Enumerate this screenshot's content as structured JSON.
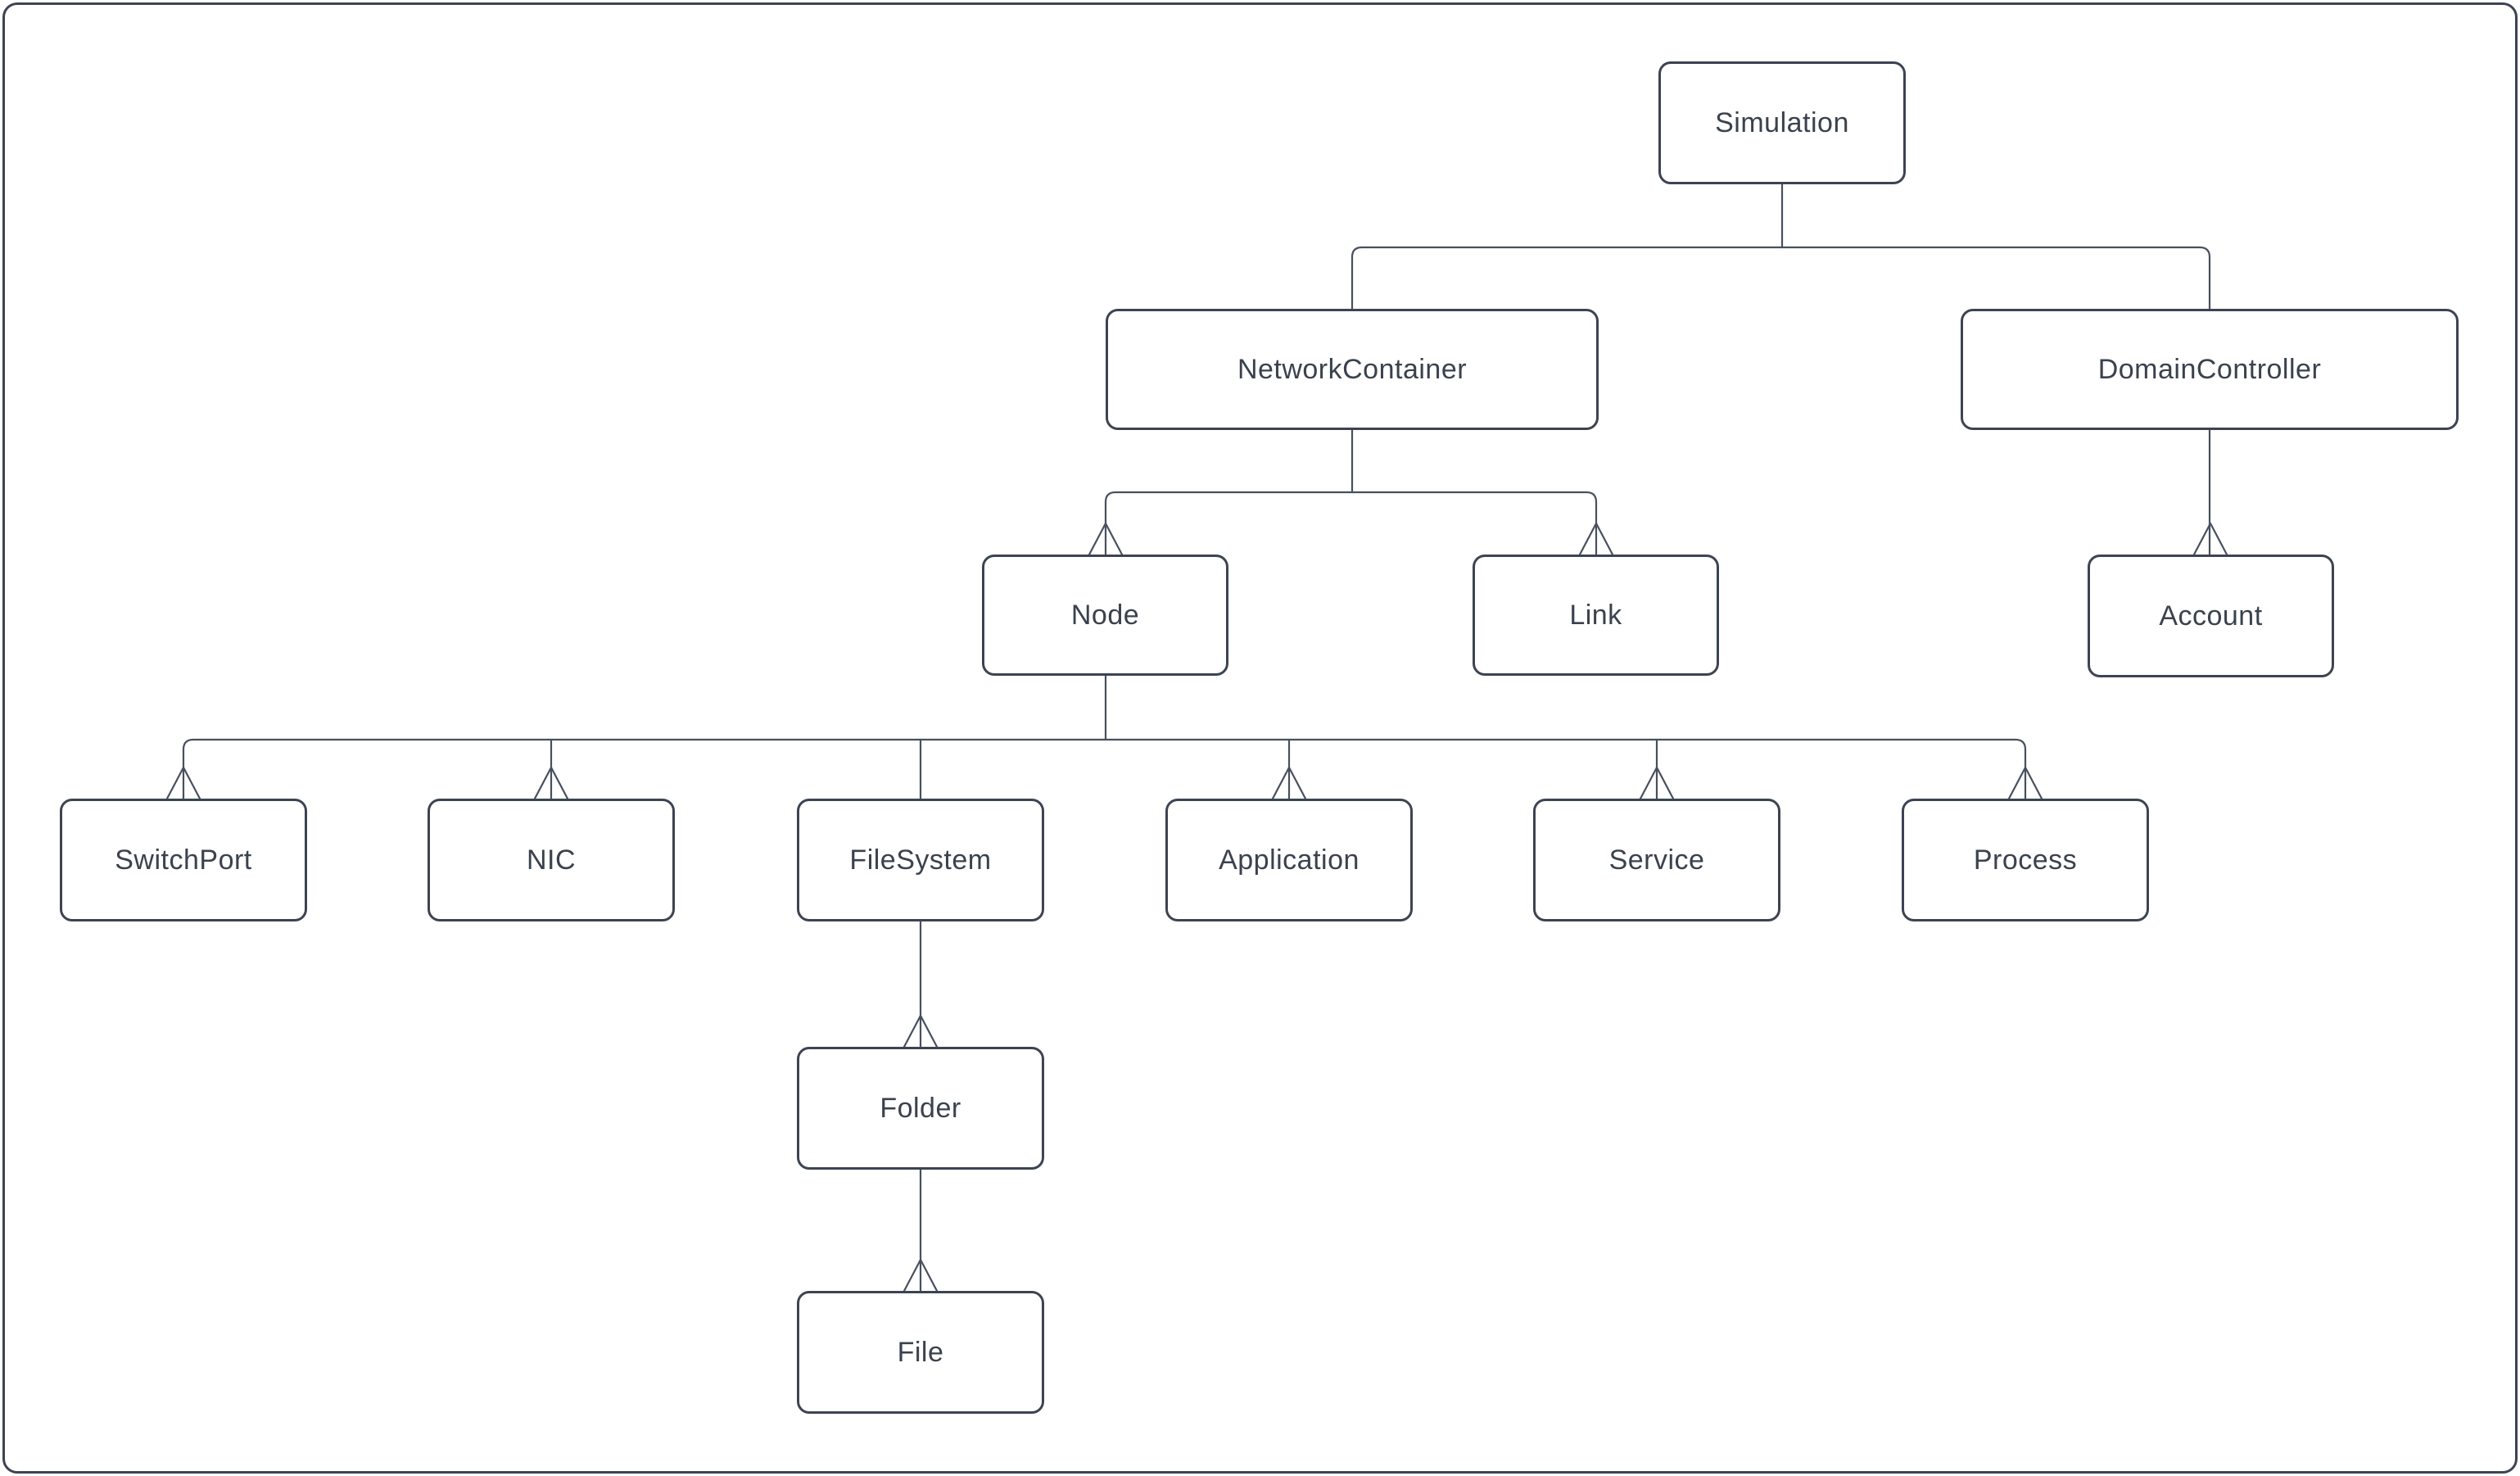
{
  "diagram": {
    "nodes": [
      {
        "id": "simulation",
        "label": "Simulation"
      },
      {
        "id": "networkcontainer",
        "label": "NetworkContainer"
      },
      {
        "id": "domaincontroller",
        "label": "DomainController"
      },
      {
        "id": "node",
        "label": "Node"
      },
      {
        "id": "link",
        "label": "Link"
      },
      {
        "id": "account",
        "label": "Account"
      },
      {
        "id": "switchport",
        "label": "SwitchPort"
      },
      {
        "id": "nic",
        "label": "NIC"
      },
      {
        "id": "filesystem",
        "label": "FileSystem"
      },
      {
        "id": "application",
        "label": "Application"
      },
      {
        "id": "service",
        "label": "Service"
      },
      {
        "id": "process",
        "label": "Process"
      },
      {
        "id": "folder",
        "label": "Folder"
      },
      {
        "id": "file",
        "label": "File"
      }
    ],
    "edges": [
      {
        "from": "simulation",
        "to": "networkcontainer",
        "arrowhead": "none"
      },
      {
        "from": "simulation",
        "to": "domaincontroller",
        "arrowhead": "none"
      },
      {
        "from": "networkcontainer",
        "to": "node",
        "arrowhead": "open-chevron"
      },
      {
        "from": "networkcontainer",
        "to": "link",
        "arrowhead": "open-chevron"
      },
      {
        "from": "domaincontroller",
        "to": "account",
        "arrowhead": "open-chevron"
      },
      {
        "from": "node",
        "to": "switchport",
        "arrowhead": "open-chevron"
      },
      {
        "from": "node",
        "to": "nic",
        "arrowhead": "open-chevron"
      },
      {
        "from": "node",
        "to": "filesystem",
        "arrowhead": "none"
      },
      {
        "from": "node",
        "to": "application",
        "arrowhead": "open-chevron"
      },
      {
        "from": "node",
        "to": "service",
        "arrowhead": "open-chevron"
      },
      {
        "from": "node",
        "to": "process",
        "arrowhead": "open-chevron"
      },
      {
        "from": "filesystem",
        "to": "folder",
        "arrowhead": "open-chevron"
      },
      {
        "from": "folder",
        "to": "file",
        "arrowhead": "open-chevron"
      }
    ],
    "colors": {
      "background": "#ffffff",
      "box_border": "#3c4452",
      "text": "#3a424e",
      "connector": "#47505e",
      "page_border": "#3c4452"
    }
  }
}
